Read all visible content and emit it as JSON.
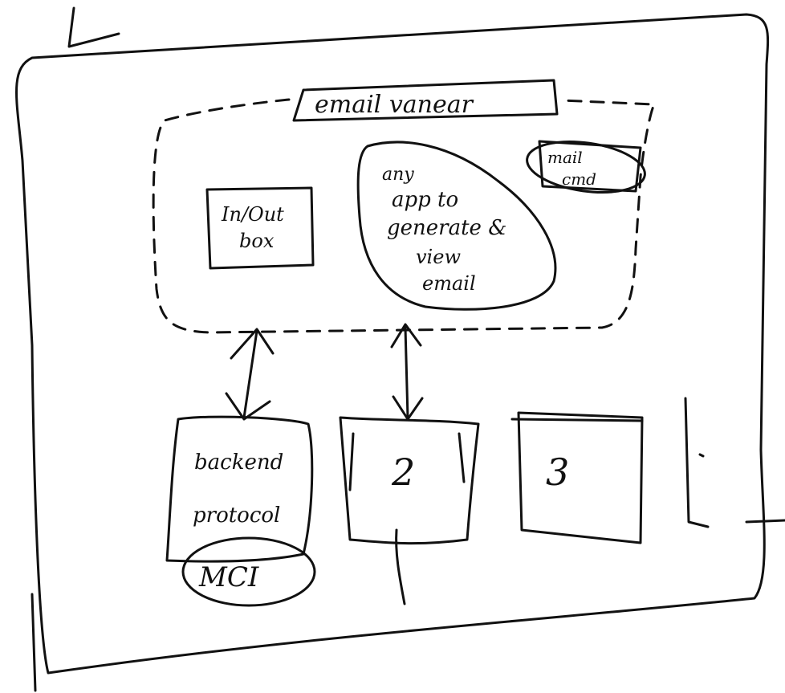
{
  "header_label": "email vanear",
  "inout_box": {
    "line1": "In/Out",
    "line2": "box"
  },
  "app_bubble": {
    "lines": [
      "any",
      "app to",
      "generate &",
      "view",
      "email"
    ]
  },
  "mail_cmd": {
    "line1": "mail",
    "line2": "cmd"
  },
  "backends": [
    {
      "line1": "backend",
      "line2": "protocol",
      "badge": "MCI"
    },
    {
      "label": "2"
    },
    {
      "label": "3"
    }
  ]
}
